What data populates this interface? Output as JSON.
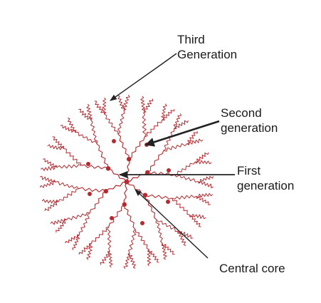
{
  "diagram": {
    "colors": {
      "dendrimer": "#b52a2f",
      "arrow": "#222222",
      "text": "#1a1a1a"
    },
    "labels": {
      "third": {
        "line1": "Third",
        "line2": "Generation"
      },
      "second": {
        "line1": "Second",
        "line2": "generation"
      },
      "first": {
        "line1": "First",
        "line2": "generation"
      },
      "core": {
        "line1": "Central core"
      }
    }
  }
}
